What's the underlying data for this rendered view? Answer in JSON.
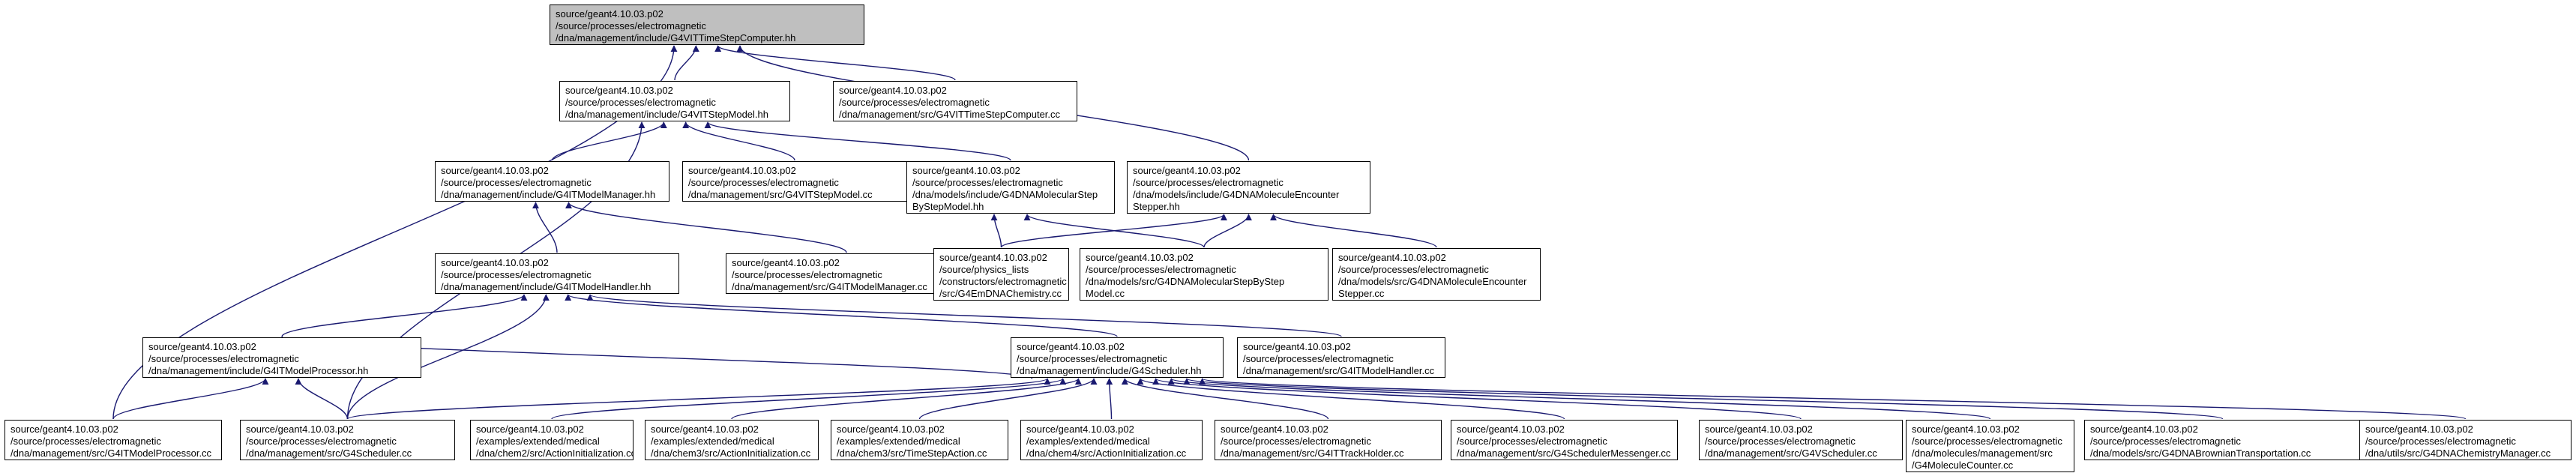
{
  "colors": {
    "edge": "#191970",
    "root_fill": "#bfbfbf",
    "node_fill": "#ffffff",
    "border": "#000000"
  },
  "nodes": [
    {
      "id": "n0",
      "lines": [
        "source/geant4.10.03.p02",
        "/source/processes/electromagnetic",
        "/dna/management/include/G4VITTimeStepComputer.hh"
      ]
    },
    {
      "id": "n1",
      "lines": [
        "source/geant4.10.03.p02",
        "/source/processes/electromagnetic",
        "/dna/management/include/G4VITStepModel.hh"
      ]
    },
    {
      "id": "n2",
      "lines": [
        "source/geant4.10.03.p02",
        "/source/processes/electromagnetic",
        "/dna/management/src/G4VITTimeStepComputer.cc"
      ]
    },
    {
      "id": "n3",
      "lines": [
        "source/geant4.10.03.p02",
        "/source/processes/electromagnetic",
        "/dna/management/include/G4ITModelManager.hh"
      ]
    },
    {
      "id": "n4",
      "lines": [
        "source/geant4.10.03.p02",
        "/source/processes/electromagnetic",
        "/dna/management/src/G4VITStepModel.cc"
      ]
    },
    {
      "id": "n5",
      "lines": [
        "source/geant4.10.03.p02",
        "/source/processes/electromagnetic",
        "/dna/models/include/G4DNAMolecularStep",
        "ByStepModel.hh"
      ]
    },
    {
      "id": "n6",
      "lines": [
        "source/geant4.10.03.p02",
        "/source/processes/electromagnetic",
        "/dna/models/include/G4DNAMoleculeEncounter",
        "Stepper.hh"
      ]
    },
    {
      "id": "n7",
      "lines": [
        "source/geant4.10.03.p02",
        "/source/processes/electromagnetic",
        "/dna/management/include/G4ITModelHandler.hh"
      ]
    },
    {
      "id": "n8",
      "lines": [
        "source/geant4.10.03.p02",
        "/source/processes/electromagnetic",
        "/dna/management/src/G4ITModelManager.cc"
      ]
    },
    {
      "id": "n9",
      "lines": [
        "source/geant4.10.03.p02",
        "/source/physics_lists",
        "/constructors/electromagnetic",
        "/src/G4EmDNAChemistry.cc"
      ]
    },
    {
      "id": "n10",
      "lines": [
        "source/geant4.10.03.p02",
        "/source/processes/electromagnetic",
        "/dna/models/src/G4DNAMolecularStepByStep",
        "Model.cc"
      ]
    },
    {
      "id": "n11",
      "lines": [
        "source/geant4.10.03.p02",
        "/source/processes/electromagnetic",
        "/dna/models/src/G4DNAMoleculeEncounter",
        "Stepper.cc"
      ]
    },
    {
      "id": "n12",
      "lines": [
        "source/geant4.10.03.p02",
        "/source/processes/electromagnetic",
        "/dna/management/include/G4ITModelProcessor.hh"
      ]
    },
    {
      "id": "n13",
      "lines": [
        "source/geant4.10.03.p02",
        "/source/processes/electromagnetic",
        "/dna/management/include/G4Scheduler.hh"
      ]
    },
    {
      "id": "n14",
      "lines": [
        "source/geant4.10.03.p02",
        "/source/processes/electromagnetic",
        "/dna/management/src/G4ITModelHandler.cc"
      ]
    },
    {
      "id": "n15",
      "lines": [
        "source/geant4.10.03.p02",
        "/source/processes/electromagnetic",
        "/dna/management/src/G4ITModelProcessor.cc"
      ]
    },
    {
      "id": "n16",
      "lines": [
        "source/geant4.10.03.p02",
        "/source/processes/electromagnetic",
        "/dna/management/src/G4Scheduler.cc"
      ]
    },
    {
      "id": "n17",
      "lines": [
        "source/geant4.10.03.p02",
        "/examples/extended/medical",
        "/dna/chem2/src/ActionInitialization.cc"
      ]
    },
    {
      "id": "n18",
      "lines": [
        "source/geant4.10.03.p02",
        "/examples/extended/medical",
        "/dna/chem3/src/ActionInitialization.cc"
      ]
    },
    {
      "id": "n19",
      "lines": [
        "source/geant4.10.03.p02",
        "/examples/extended/medical",
        "/dna/chem3/src/TimeStepAction.cc"
      ]
    },
    {
      "id": "n20",
      "lines": [
        "source/geant4.10.03.p02",
        "/examples/extended/medical",
        "/dna/chem4/src/ActionInitialization.cc"
      ]
    },
    {
      "id": "n21",
      "lines": [
        "source/geant4.10.03.p02",
        "/source/processes/electromagnetic",
        "/dna/management/src/G4ITTrackHolder.cc"
      ]
    },
    {
      "id": "n22",
      "lines": [
        "source/geant4.10.03.p02",
        "/source/processes/electromagnetic",
        "/dna/management/src/G4SchedulerMessenger.cc"
      ]
    },
    {
      "id": "n23",
      "lines": [
        "source/geant4.10.03.p02",
        "/source/processes/electromagnetic",
        "/dna/management/src/G4VScheduler.cc"
      ]
    },
    {
      "id": "n24",
      "lines": [
        "source/geant4.10.03.p02",
        "/source/processes/electromagnetic",
        "/dna/molecules/management/src",
        "/G4MoleculeCounter.cc"
      ]
    },
    {
      "id": "n25",
      "lines": [
        "source/geant4.10.03.p02",
        "/source/processes/electromagnetic",
        "/dna/models/src/G4DNABrownianTransportation.cc"
      ]
    },
    {
      "id": "n26",
      "lines": [
        "source/geant4.10.03.p02",
        "/source/processes/electromagnetic",
        "/dna/utils/src/G4DNAChemistryManager.cc"
      ]
    }
  ],
  "edges": [
    [
      "n1",
      "n0"
    ],
    [
      "n2",
      "n0"
    ],
    [
      "n6",
      "n0"
    ],
    [
      "n15",
      "n0"
    ],
    [
      "n3",
      "n1"
    ],
    [
      "n4",
      "n1"
    ],
    [
      "n5",
      "n1"
    ],
    [
      "n16",
      "n1"
    ],
    [
      "n7",
      "n3"
    ],
    [
      "n8",
      "n3"
    ],
    [
      "n9",
      "n5"
    ],
    [
      "n10",
      "n5"
    ],
    [
      "n9",
      "n6"
    ],
    [
      "n10",
      "n6"
    ],
    [
      "n11",
      "n6"
    ],
    [
      "n12",
      "n7"
    ],
    [
      "n16",
      "n7"
    ],
    [
      "n13",
      "n7"
    ],
    [
      "n14",
      "n7"
    ],
    [
      "n15",
      "n12"
    ],
    [
      "n16",
      "n12"
    ],
    [
      "n12",
      "n13"
    ],
    [
      "n16",
      "n13"
    ],
    [
      "n17",
      "n13"
    ],
    [
      "n18",
      "n13"
    ],
    [
      "n19",
      "n13"
    ],
    [
      "n20",
      "n13"
    ],
    [
      "n21",
      "n13"
    ],
    [
      "n22",
      "n13"
    ],
    [
      "n23",
      "n13"
    ],
    [
      "n24",
      "n13"
    ],
    [
      "n25",
      "n13"
    ],
    [
      "n26",
      "n13"
    ]
  ]
}
